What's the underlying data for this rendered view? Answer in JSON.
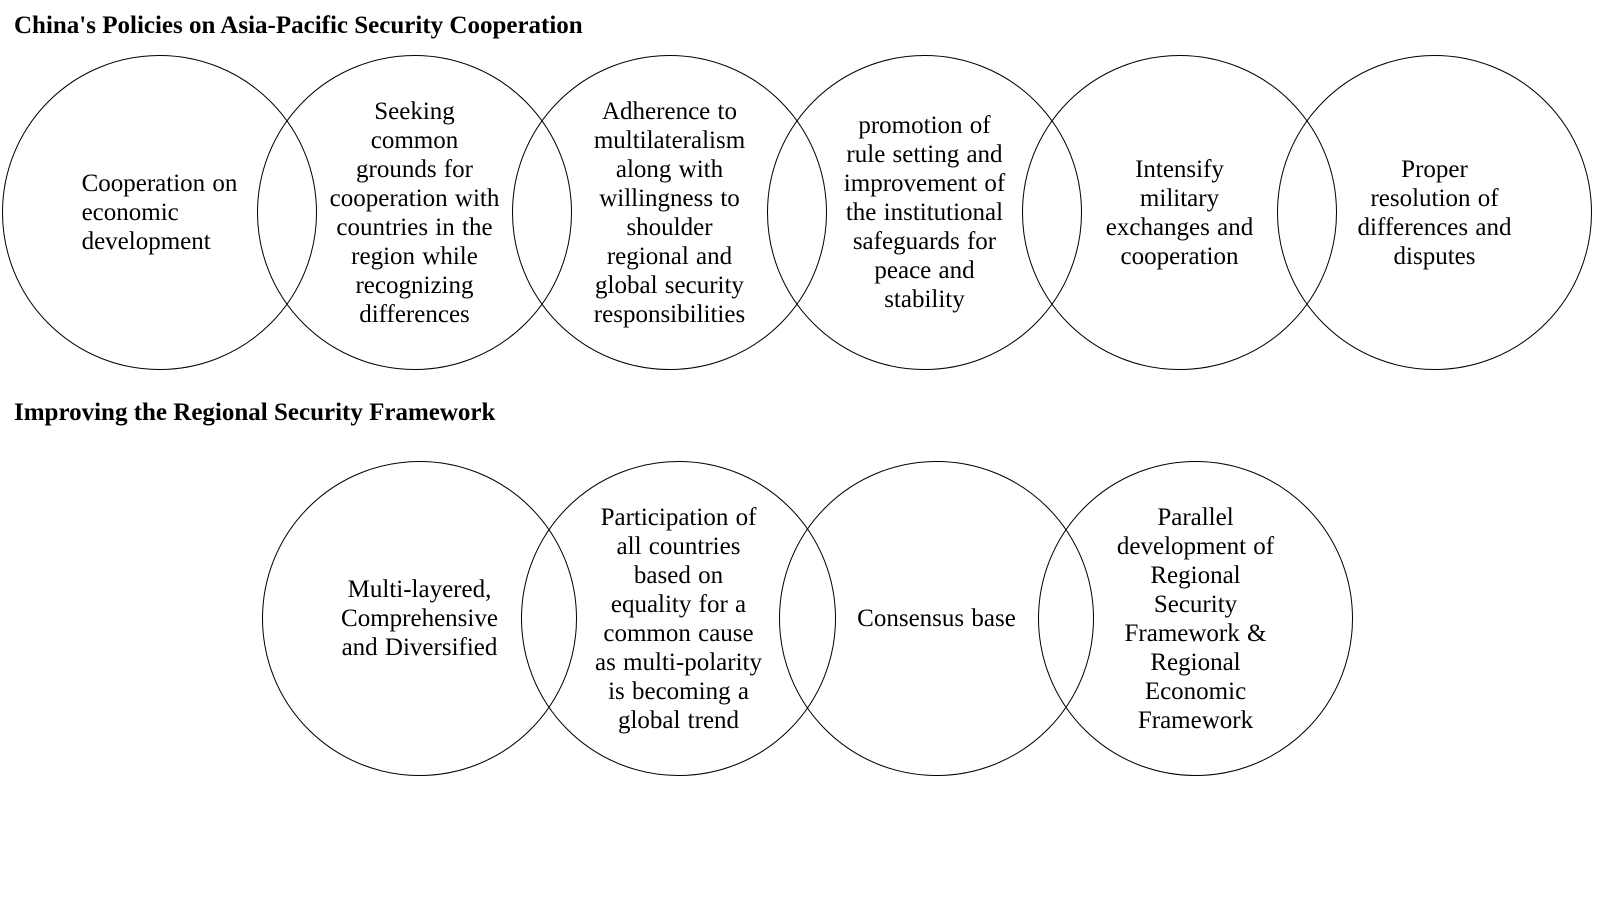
{
  "diagram": {
    "background_color": "#ffffff",
    "stroke_color": "#000000",
    "text_color": "#000000",
    "sections": [
      {
        "title": "China's Policies on Asia-Pacific Security Cooperation",
        "circles": [
          {
            "name": "economic-cooperation",
            "text": "Cooperation on\neconomic\ndevelopment"
          },
          {
            "name": "common-grounds",
            "text": "Seeking\ncommon\ngrounds for\ncooperation with\ncountries in the\nregion while\nrecognizing\ndifferences"
          },
          {
            "name": "multilateralism",
            "text": "Adherence to\nmultilateralism\nalong with\nwillingness to\nshoulder\nregional and\nglobal security\nresponsibilities"
          },
          {
            "name": "rule-setting",
            "text": "promotion of\nrule setting and\nimprovement of\nthe institutional\nsafeguards for\npeace and\nstability"
          },
          {
            "name": "military-exchanges",
            "text": "Intensify\nmilitary\nexchanges and\ncooperation"
          },
          {
            "name": "dispute-resolution",
            "text": "Proper\nresolution of\ndifferences and\ndisputes"
          }
        ]
      },
      {
        "title": "Improving the Regional Security Framework",
        "circles": [
          {
            "name": "multi-layered",
            "text": "Multi-layered,\nComprehensive\nand Diversified"
          },
          {
            "name": "equal-participation",
            "text": "Participation of\nall countries\nbased on\nequality for a\ncommon cause\nas multi-polarity\nis becoming a\nglobal trend"
          },
          {
            "name": "consensus-base",
            "text": "Consensus base"
          },
          {
            "name": "parallel-frameworks",
            "text": "Parallel\ndevelopment of\nRegional\nSecurity\nFramework &\nRegional\nEconomic\nFramework"
          }
        ]
      }
    ]
  }
}
